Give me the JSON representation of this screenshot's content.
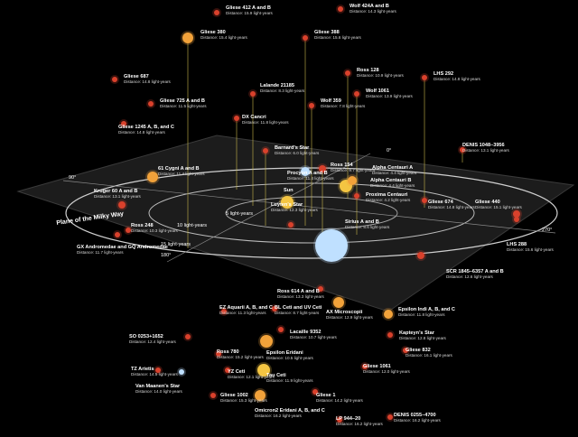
{
  "plane_label": "Plane of the Milky Way",
  "ring_labels": {
    "inner": "5 light-years",
    "middle": "10 light-years",
    "outer": "15 light-years"
  },
  "angle_labels": {
    "a0": "0°",
    "a90": "90°",
    "a180": "180°",
    "a270": "270°"
  },
  "colors": {
    "background": "#000000",
    "plane_fill": "#1c1c1c",
    "ring": "#cfcfcf",
    "leader_line": "#c8b84a",
    "red_dwarf": "#d9412c",
    "orange_star": "#f2a23a",
    "sun": "#f4c542",
    "blue_white_star": "#bfe0ff"
  },
  "stars": [
    {
      "id": "gliese-412",
      "name": "Gliese 412 A and B",
      "distance": "Distance: 15.9 light-years",
      "type": "red_dwarf"
    },
    {
      "id": "wolf-424",
      "name": "Wolf 424A and B",
      "distance": "Distance: 14.3 light-years",
      "type": "red_dwarf"
    },
    {
      "id": "gliese-380",
      "name": "Gliese 380",
      "distance": "Distance: 15.4 light-years",
      "type": "orange_star"
    },
    {
      "id": "gliese-388",
      "name": "Gliese 388",
      "distance": "Distance: 15.6 light-years",
      "type": "red_dwarf"
    },
    {
      "id": "ross-128",
      "name": "Ross 128",
      "distance": "Distance: 10.9 light-years",
      "type": "red_dwarf"
    },
    {
      "id": "lhs-292",
      "name": "LHS 292",
      "distance": "Distance: 14.8 light-years",
      "type": "red_dwarf"
    },
    {
      "id": "gliese-687",
      "name": "Gliese 687",
      "distance": "Distance: 14.8 light-years",
      "type": "red_dwarf"
    },
    {
      "id": "lalande-21185",
      "name": "Lalande 21185",
      "distance": "Distance: 8.3 light-years",
      "type": "red_dwarf"
    },
    {
      "id": "wolf-1061",
      "name": "Wolf 1061",
      "distance": "Distance: 13.9 light-years",
      "type": "red_dwarf"
    },
    {
      "id": "gliese-725",
      "name": "Gliese 725 A and B",
      "distance": "Distance: 11.5 light-years",
      "type": "red_dwarf"
    },
    {
      "id": "wolf-359",
      "name": "Wolf 359",
      "distance": "Distance: 7.8 light-years",
      "type": "red_dwarf"
    },
    {
      "id": "dx-cancri",
      "name": "DX Cancri",
      "distance": "Distance: 11.8 light-years",
      "type": "red_dwarf"
    },
    {
      "id": "gliese-1245",
      "name": "Gliese 1245 A, B, and C",
      "distance": "Distance: 14.8 light-years",
      "type": "red_dwarf"
    },
    {
      "id": "barnards-star",
      "name": "Barnard's Star",
      "distance": "Distance: 6.0 light-years",
      "type": "red_dwarf"
    },
    {
      "id": "denis-1048",
      "name": "DENIS 1048–3956",
      "distance": "Distance: 13.1 light-years",
      "type": "red_dwarf"
    },
    {
      "id": "procyon",
      "name": "Procyon A and B",
      "distance": "Distance: 11.4 light-years",
      "type": "blue_white_star"
    },
    {
      "id": "ross-154",
      "name": "Ross 154",
      "distance": "Distance: 9.7 light-years",
      "type": "red_dwarf"
    },
    {
      "id": "alpha-centauri-a",
      "name": "Alpha Centauri A",
      "distance": "Distance: 4.4 light-years",
      "type": "sun"
    },
    {
      "id": "alpha-centauri-b",
      "name": "Alpha Centauri B",
      "distance": "Distance: 4.4 light-years",
      "type": "orange_star"
    },
    {
      "id": "61-cygni",
      "name": "61 Cygni A and B",
      "distance": "Distance: 11.4 light-years",
      "type": "orange_star"
    },
    {
      "id": "sun",
      "name": "Sun",
      "distance": "",
      "type": "sun"
    },
    {
      "id": "proxima",
      "name": "Proxima Centauri",
      "distance": "Distance: 4.2 light-years",
      "type": "red_dwarf"
    },
    {
      "id": "gliese-674",
      "name": "Gliese 674",
      "distance": "Distance: 14.8 light-years",
      "type": "red_dwarf"
    },
    {
      "id": "gliese-440",
      "name": "Gliese 440",
      "distance": "Distance: 15.1 light-years",
      "type": "red_dwarf"
    },
    {
      "id": "kruger-60",
      "name": "Kruger 60 A and B",
      "distance": "Distance: 13.1 light-years",
      "type": "red_dwarf"
    },
    {
      "id": "luytens-star",
      "name": "Luyten's Star",
      "distance": "Distance: 12.3 light-years",
      "type": "red_dwarf"
    },
    {
      "id": "sirius",
      "name": "Sirius A and B",
      "distance": "Distance: 8.6 light-years",
      "type": "blue_white_star"
    },
    {
      "id": "lhs-288",
      "name": "LHS 288",
      "distance": "Distance: 15.6 light-years",
      "type": "red_dwarf"
    },
    {
      "id": "ross-248",
      "name": "Ross 248",
      "distance": "Distance: 10.3 light-years",
      "type": "red_dwarf"
    },
    {
      "id": "gx-andromedae",
      "name": "GX Andromedae and GQ Andromedae",
      "distance": "Distance: 11.7 light-years",
      "type": "red_dwarf"
    },
    {
      "id": "scr-1845",
      "name": "SCR 1845–6357 A and B",
      "distance": "Distance: 12.6 light-years",
      "type": "red_dwarf"
    },
    {
      "id": "ross-614",
      "name": "Ross 614 A and B",
      "distance": "Distance: 13.3 light-years",
      "type": "red_dwarf"
    },
    {
      "id": "ez-aquarii",
      "name": "EZ Aquarii A, B, and C",
      "distance": "Distance: 11.3 light-years",
      "type": "red_dwarf"
    },
    {
      "id": "bl-ceti",
      "name": "BL Ceti and UV Ceti",
      "distance": "Distance: 8.7 light-years",
      "type": "red_dwarf"
    },
    {
      "id": "ax-microscopii",
      "name": "AX Microscopii",
      "distance": "Distance: 12.9 light-years",
      "type": "orange_star"
    },
    {
      "id": "epsilon-indi",
      "name": "Epsilon Indi A, B, and C",
      "distance": "Distance: 11.8 light-years",
      "type": "orange_star"
    },
    {
      "id": "so-0253",
      "name": "SO 0253+1652",
      "distance": "Distance: 12.4 light-years",
      "type": "red_dwarf"
    },
    {
      "id": "lacaille-9352",
      "name": "Lacaille 9352",
      "distance": "Distance: 10.7 light-years",
      "type": "red_dwarf"
    },
    {
      "id": "kapteyns-star",
      "name": "Kapteyn's Star",
      "distance": "Distance: 12.8 light-years",
      "type": "red_dwarf"
    },
    {
      "id": "ross-780",
      "name": "Ross 780",
      "distance": "Distance: 15.2 light-years",
      "type": "red_dwarf"
    },
    {
      "id": "epsilon-eridani",
      "name": "Epsilon Eridani",
      "distance": "Distance: 10.5 light-years",
      "type": "orange_star"
    },
    {
      "id": "gliese-832",
      "name": "Gliese 832",
      "distance": "Distance: 16.1 light-years",
      "type": "red_dwarf"
    },
    {
      "id": "tz-arietis",
      "name": "TZ Arietis",
      "distance": "Distance: 14.5 light-years",
      "type": "red_dwarf"
    },
    {
      "id": "yz-ceti",
      "name": "YZ Ceti",
      "distance": "Distance: 12.1 light-years",
      "type": "red_dwarf"
    },
    {
      "id": "tau-ceti",
      "name": "Tau Ceti",
      "distance": "Distance: 11.9 light-years",
      "type": "sun"
    },
    {
      "id": "van-maanens",
      "name": "Van Maanen's Star",
      "distance": "Distance: 14.0 light-years",
      "type": "blue_white_star"
    },
    {
      "id": "gliese-1061",
      "name": "Gliese 1061",
      "distance": "Distance: 12.0 light-years",
      "type": "red_dwarf"
    },
    {
      "id": "gliese-1002",
      "name": "Gliese 1002",
      "distance": "Distance: 15.3 light-years",
      "type": "red_dwarf"
    },
    {
      "id": "omicron2-eridani",
      "name": "Omicron2 Eridani A, B, and C",
      "distance": "Distance: 16.2 light-years",
      "type": "orange_star"
    },
    {
      "id": "gliese-1",
      "name": "Gliese 1",
      "distance": "Distance: 14.2 light-years",
      "type": "red_dwarf"
    },
    {
      "id": "lp-944-20",
      "name": "LP 944–20",
      "distance": "Distance: 16.2 light-years",
      "type": "red_dwarf"
    },
    {
      "id": "denis-0255",
      "name": "DENIS 0255–4700",
      "distance": "Distance: 16.2 light-years",
      "type": "red_dwarf"
    }
  ]
}
